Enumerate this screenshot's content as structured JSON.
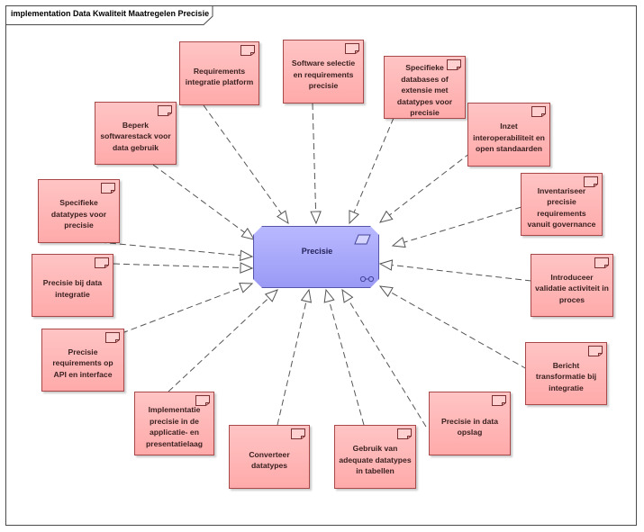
{
  "diagram": {
    "title": "implementation Data Kwaliteit Maatregelen Precisie",
    "goal": {
      "label": "Precisie"
    },
    "requirements": [
      {
        "id": "r1",
        "label": "Requirements integratie platform"
      },
      {
        "id": "r2",
        "label": "Software selectie en requirements precisie"
      },
      {
        "id": "r3",
        "label": "Specifieke databases of extensie met datatypes voor precisie"
      },
      {
        "id": "r4",
        "label": "Beperk softwarestack voor data gebruik"
      },
      {
        "id": "r5",
        "label": "Inzet interoperabiliteit en open standaarden"
      },
      {
        "id": "r6",
        "label": "Specifieke datatypes voor precisie"
      },
      {
        "id": "r7",
        "label": "Inventariseer precisie requirements vanuit governance"
      },
      {
        "id": "r8",
        "label": "Precisie bij data integratie"
      },
      {
        "id": "r9",
        "label": "Introduceer validatie activiteit in proces"
      },
      {
        "id": "r10",
        "label": "Precisie requirements op API en interface"
      },
      {
        "id": "r11",
        "label": "Bericht transformatie bij integratie"
      },
      {
        "id": "r12",
        "label": "Implementatie precisie in de applicatie- en presentatielaag"
      },
      {
        "id": "r13",
        "label": "Precisie in data opslag"
      },
      {
        "id": "r14",
        "label": "Converteer datatypes"
      },
      {
        "id": "r15",
        "label": "Gebruik van adequate datatypes in tabellen"
      }
    ]
  },
  "colors": {
    "requirement_fill": "#ffb4b4",
    "requirement_border": "#a84848",
    "goal_fill": "#a8a8fa",
    "goal_border": "#5555aa",
    "connector": "#555555"
  }
}
